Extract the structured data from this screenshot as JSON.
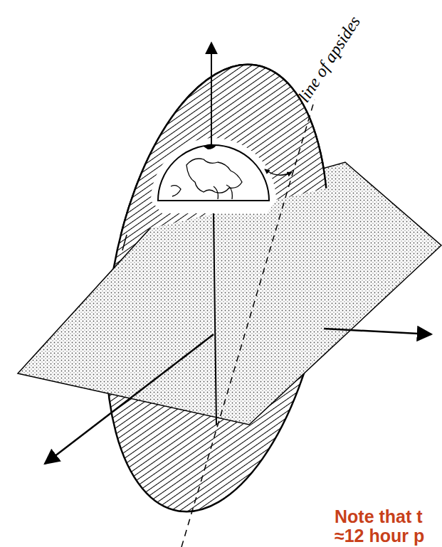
{
  "diagram": {
    "labels": [
      "line of apsides",
      "Note that t",
      "≈12 hour p"
    ]
  }
}
